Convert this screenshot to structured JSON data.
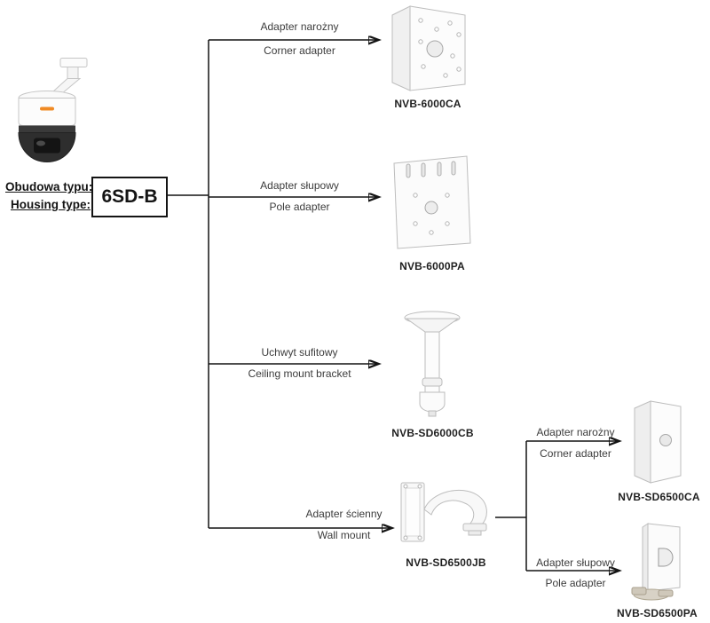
{
  "diagram": {
    "source": {
      "label_pl": "Obudowa typu:",
      "label_en": "Housing type:",
      "model": "6SD-B"
    },
    "branches": [
      {
        "label_pl": "Adapter narożny",
        "label_en": "Corner adapter",
        "model": "NVB-6000CA"
      },
      {
        "label_pl": "Adapter słupowy",
        "label_en": "Pole adapter",
        "model": "NVB-6000PA"
      },
      {
        "label_pl": "Uchwyt sufitowy",
        "label_en": "Ceiling mount bracket",
        "model": "NVB-SD6000CB"
      },
      {
        "label_pl": "Adapter ścienny",
        "label_en": "Wall mount",
        "model": "NVB-SD6500JB"
      }
    ],
    "sub_branches": [
      {
        "label_pl": "Adapter narożny",
        "label_en": "Corner adapter",
        "model": "NVB-SD6500CA"
      },
      {
        "label_pl": "Adapter słupowy",
        "label_en": "Pole adapter",
        "model": "NVB-SD6500PA"
      }
    ],
    "colors": {
      "line": "#141414",
      "label_text": "#3c3c3c",
      "model_text": "#1f1f1f",
      "camera_accent": "#f08a24"
    }
  }
}
